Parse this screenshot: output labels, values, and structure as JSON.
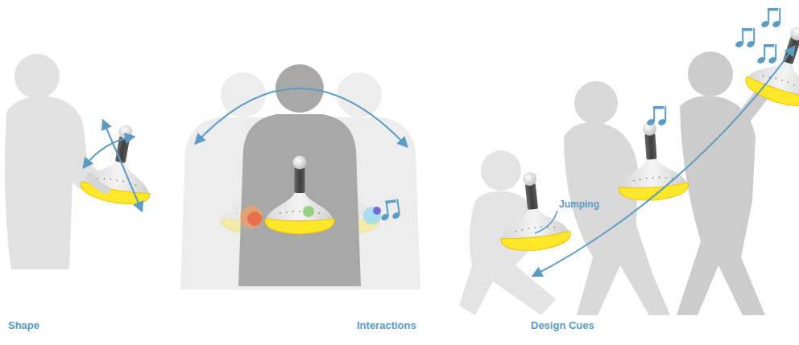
{
  "diagram": {
    "labels": [
      "Shape",
      "Interactions",
      "Design Cues",
      "Jumping"
    ]
  }
}
